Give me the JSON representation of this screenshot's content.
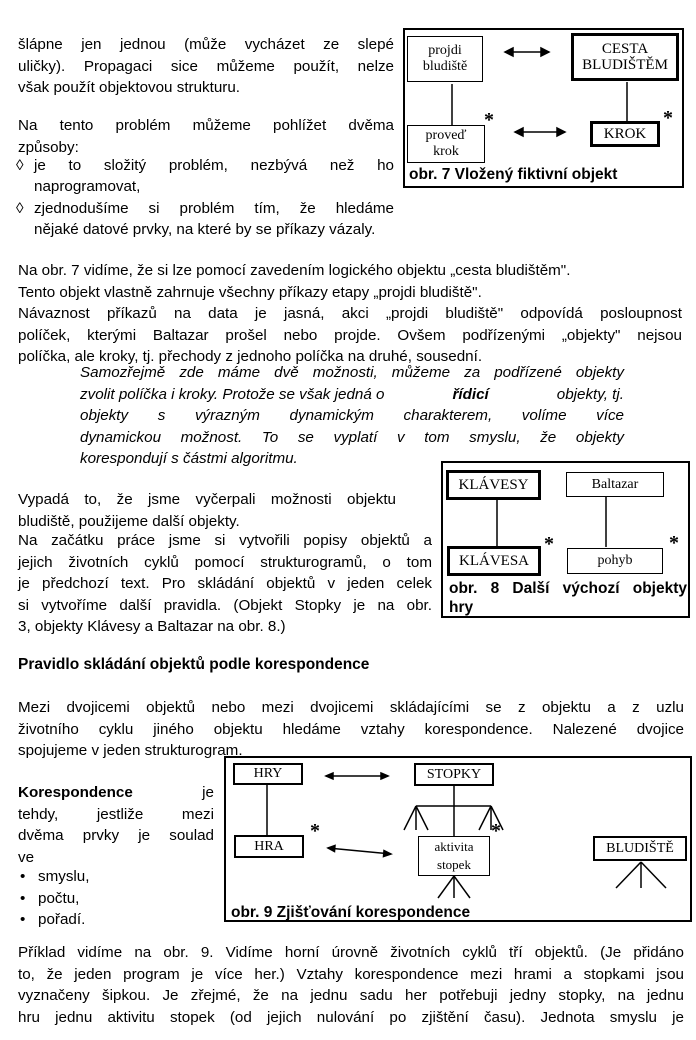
{
  "para1": [
    "šlápne jen jednou (může vycházet ze slepé",
    "uličky). Propagaci sice můžeme použít, nelze",
    "však použít objektovou strukturu."
  ],
  "para2": [
    "Na tento problém můžeme pohlížet dvěma",
    "způsoby:"
  ],
  "list1": [
    {
      "bullet": "◊",
      "lines": [
        "je to složitý problém, nezbývá než ho",
        "naprogramovat,"
      ]
    },
    {
      "bullet": "◊",
      "lines": [
        "zjednodušíme si problém tím, že hledáme",
        "nějaké datové prvky, na které by se příkazy vázaly."
      ]
    }
  ],
  "fig7": {
    "box_projdi": "projdi\nbludiště",
    "box_cesta": "CESTA\nBLUDIŠTĚM",
    "box_proved": "proveď\nkrok",
    "box_krok": "KROK",
    "caption": "obr. 7 Vložený fiktivní objekt"
  },
  "para3": [
    "Na obr. 7 vidíme, že si lze pomocí zavedením logického objektu „cesta bludištěm\".",
    "Tento objekt vlastně zahrnuje všechny příkazy etapy „projdi bludiště\".",
    "Návaznost příkazů na data je jasná, akci „projdi bludiště\" odpovídá posloupnost",
    "políček, kterými Baltazar prošel nebo projde. Ovšem podřízenými „objekty\" nejsou",
    "políčka, ale kroky, tj. přechody z jednoho políčka na druhé, sousední."
  ],
  "para_italic": [
    "Samozřejmě zde máme dvě možnosti, můžeme za podřízené objekty",
    "zvolit políčka i kroky. Protože se však jedná o",
    "řídicí",
    "objekty, tj.",
    "objekty s výrazným dynamickým charakterem, volíme více",
    "dynamickou možnost. To se vyplatí v tom smyslu, že objekty",
    "korespondují s částmi algoritmu."
  ],
  "para4": [
    "Vypadá to, že jsme vyčerpali možnosti objektu",
    "bludiště, použijeme další objekty."
  ],
  "para5": [
    "Na začátku práce jsme si vytvořili popisy objektů a",
    "jejich životních cyklů pomocí strukturogramů, o tom",
    "je předchozí text. Pro skládání objektů v jeden celek",
    "si vytvoříme další pravidla. (Objekt Stopky je na obr.",
    "3, objekty Klávesy a Baltazar na obr. 8.)"
  ],
  "fig8": {
    "box_klavesy": "KLÁVESY",
    "box_baltazar": "Baltazar",
    "box_klavesa": "KLÁVESA",
    "box_pohyb": "pohyb",
    "caption_lines": [
      "obr. 8 Další výchozí objekty",
      "hry"
    ]
  },
  "heading": "Pravidlo skládání objektů podle korespondence",
  "para6": [
    "Mezi dvojicemi objektů nebo mezi dvojicemi skládajícími se z objektu a z uzlu",
    "životního cyklu jiného objektu hledáme vztahy korespondence. Nalezené dvojice",
    "spojujeme v jeden strukturogram."
  ],
  "para7": {
    "bold": "Korespondence",
    "lines": [
      "je",
      "tehdy, jestliže mezi",
      "dvěma prvky je soulad",
      "ve"
    ]
  },
  "list2": [
    {
      "bullet": "•",
      "text": "smyslu,"
    },
    {
      "bullet": "•",
      "text": "počtu,"
    },
    {
      "bullet": "•",
      "text": "pořadí."
    }
  ],
  "fig9": {
    "box_hry": "HRY",
    "box_stopky": "STOPKY",
    "box_hra": "HRA",
    "box_aktivita": "aktivita\nstopek",
    "box_bludiste": "BLUDIŠTĚ",
    "caption": "obr. 9 Zjišťování korespondence"
  },
  "para8": [
    "Příklad vidíme na obr. 9. Vidíme horní úrovně životních cyklů tří objektů. (Je přidáno",
    "to, že jeden program je více her.) Vztahy korespondence mezi hrami a stopkami jsou",
    "vyznačeny šipkou. Je zřejmé, že na jednu sadu her potřebuji jedny stopky, na jednu",
    "hru jednu aktivitu stopek (od jejich nulování po zjištění času). Jednota smyslu je"
  ],
  "star": "*"
}
